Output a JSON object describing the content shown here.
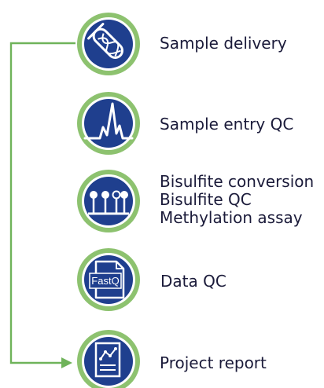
{
  "colors": {
    "ring": "#8dc26f",
    "circle": "#1f3f8e",
    "connector": "#6fb35a",
    "text": "#1b1b3a",
    "icon": "#ffffff"
  },
  "steps": [
    {
      "label": "Sample delivery",
      "icon": "test-tube-dna-icon"
    },
    {
      "label": "Sample entry QC",
      "icon": "chromatogram-peak-icon"
    },
    {
      "lines": [
        "Bisulfite conversion",
        "Bisulfite QC",
        "Methylation assay"
      ],
      "icon": "methylation-pins-icon"
    },
    {
      "label": "Data QC",
      "icon": "fastq-file-icon",
      "icon_text": "FastQ"
    },
    {
      "label": "Project report",
      "icon": "report-document-icon"
    }
  ]
}
